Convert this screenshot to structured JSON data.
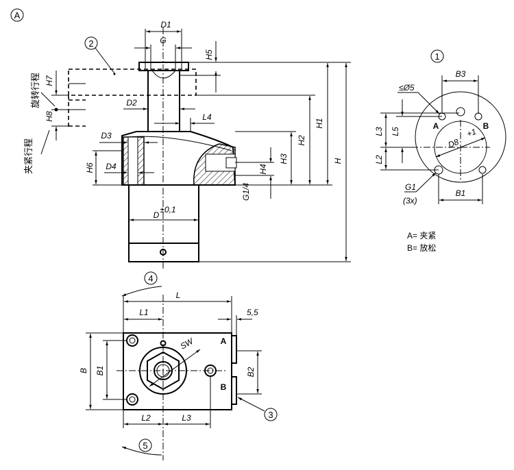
{
  "view_labels": {
    "view_a": "A",
    "callout_1": "1",
    "callout_2": "2",
    "callout_3": "3",
    "callout_4": "4",
    "callout_5": "5"
  },
  "side_view": {
    "D1": "D1",
    "G": "G",
    "H5": "H5",
    "H7": "H7",
    "H8": "H8",
    "rotation_stroke": "旋转行程",
    "clamping_stroke": "夹紧行程",
    "D2": "D2",
    "L4": "L4",
    "D3": "D3",
    "D4": "D4",
    "H6": "H6",
    "D": "D",
    "D_tol": "±0,1",
    "G1_4": "G1/4",
    "H": "H",
    "H1": "H1",
    "H2": "H2",
    "H3": "H3",
    "H4": "H4"
  },
  "flange_view": {
    "B3": "B3",
    "O5": "≤Ø5",
    "L3": "L3",
    "L5": "L5",
    "L2": "L2",
    "D8": "D8",
    "D8_tol": "+1",
    "G1": "G1",
    "G1_count": "(3x)",
    "B1": "B1",
    "port_a": "A",
    "port_b": "B"
  },
  "legend": {
    "a": "A= 夹紧",
    "b": "B= 放松"
  },
  "top_view": {
    "L": "L",
    "L1": "L1",
    "gap": "5,5",
    "B": "B",
    "B1": "B1",
    "B2": "B2",
    "SW": "SW",
    "L2": "L2",
    "L3": "L3",
    "port_a": "A",
    "port_b": "B"
  }
}
